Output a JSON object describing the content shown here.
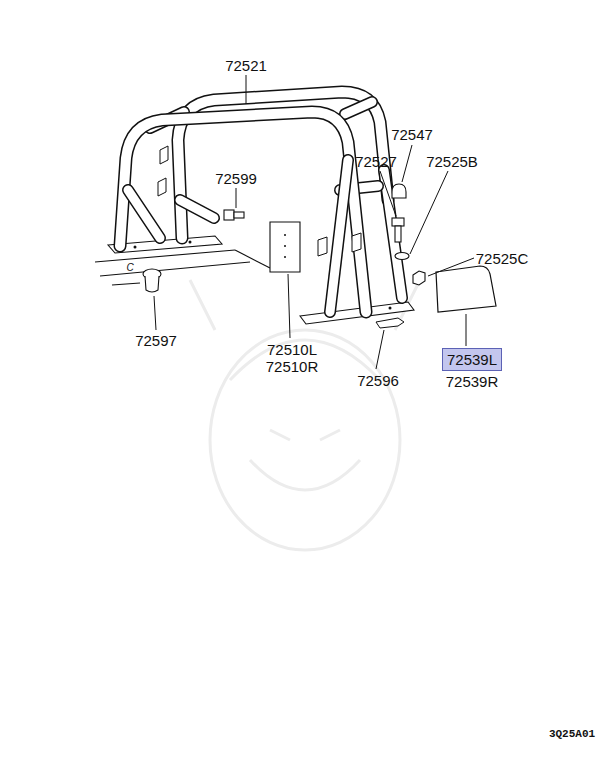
{
  "diagram": {
    "nodes": [
      {
        "text": [
          "72539L"
        ]
      }
    ],
    "labels": [
      "72521",
      "72547",
      "72527",
      "72525B",
      "72599",
      "72525C",
      "C",
      "72597",
      "72510L",
      "72510R",
      "72596",
      "72539R",
      "3Q25A01"
    ]
  }
}
